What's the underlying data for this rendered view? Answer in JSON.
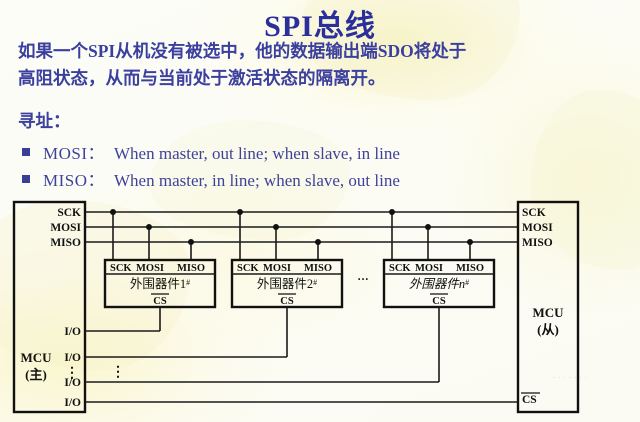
{
  "slide": {
    "title": "SPI总线",
    "paragraph_lines": [
      "如果一个SPI从机没有被选中，他的数据输出端SDO将处于",
      "高阻状态，从而与当前处于激活状态的隔离开。"
    ],
    "section_label": "寻址：",
    "bullets": [
      {
        "signal": "MOSI：",
        "description": "When master, out line; when slave, in line"
      },
      {
        "signal": "MISO：",
        "description": "When master, in line; when slave, out line"
      }
    ]
  },
  "diagram": {
    "master": {
      "name": "MCU",
      "role": "(主)",
      "bus_pins": [
        "SCK",
        "MOSI",
        "MISO"
      ],
      "io_pins": [
        "I/O",
        "I/O",
        "I/O",
        "I/O"
      ],
      "io_ellipsis": "⋮"
    },
    "peripherals": [
      {
        "name": "外围器件1",
        "suffix": "#",
        "pins": [
          "SCK",
          "MOSI",
          "MISO"
        ],
        "cs": "CS"
      },
      {
        "name": "外围器件2",
        "suffix": "#",
        "pins": [
          "SCK",
          "MOSI",
          "MISO"
        ],
        "cs": "CS"
      },
      {
        "name": "外围器件n",
        "suffix": "#",
        "pins": [
          "SCK",
          "MOSI",
          "MISO"
        ],
        "cs": "CS"
      }
    ],
    "peripheral_ellipsis": "···",
    "slave": {
      "name": "MCU",
      "role": "(从)",
      "bus_pins": [
        "SCK",
        "MOSI",
        "MISO"
      ],
      "cs": "CS"
    }
  },
  "colors": {
    "title": "#2b2f9c",
    "body_text": "#3b3f9e",
    "diagram_line": "#111111",
    "background": "#fdfdf8"
  }
}
